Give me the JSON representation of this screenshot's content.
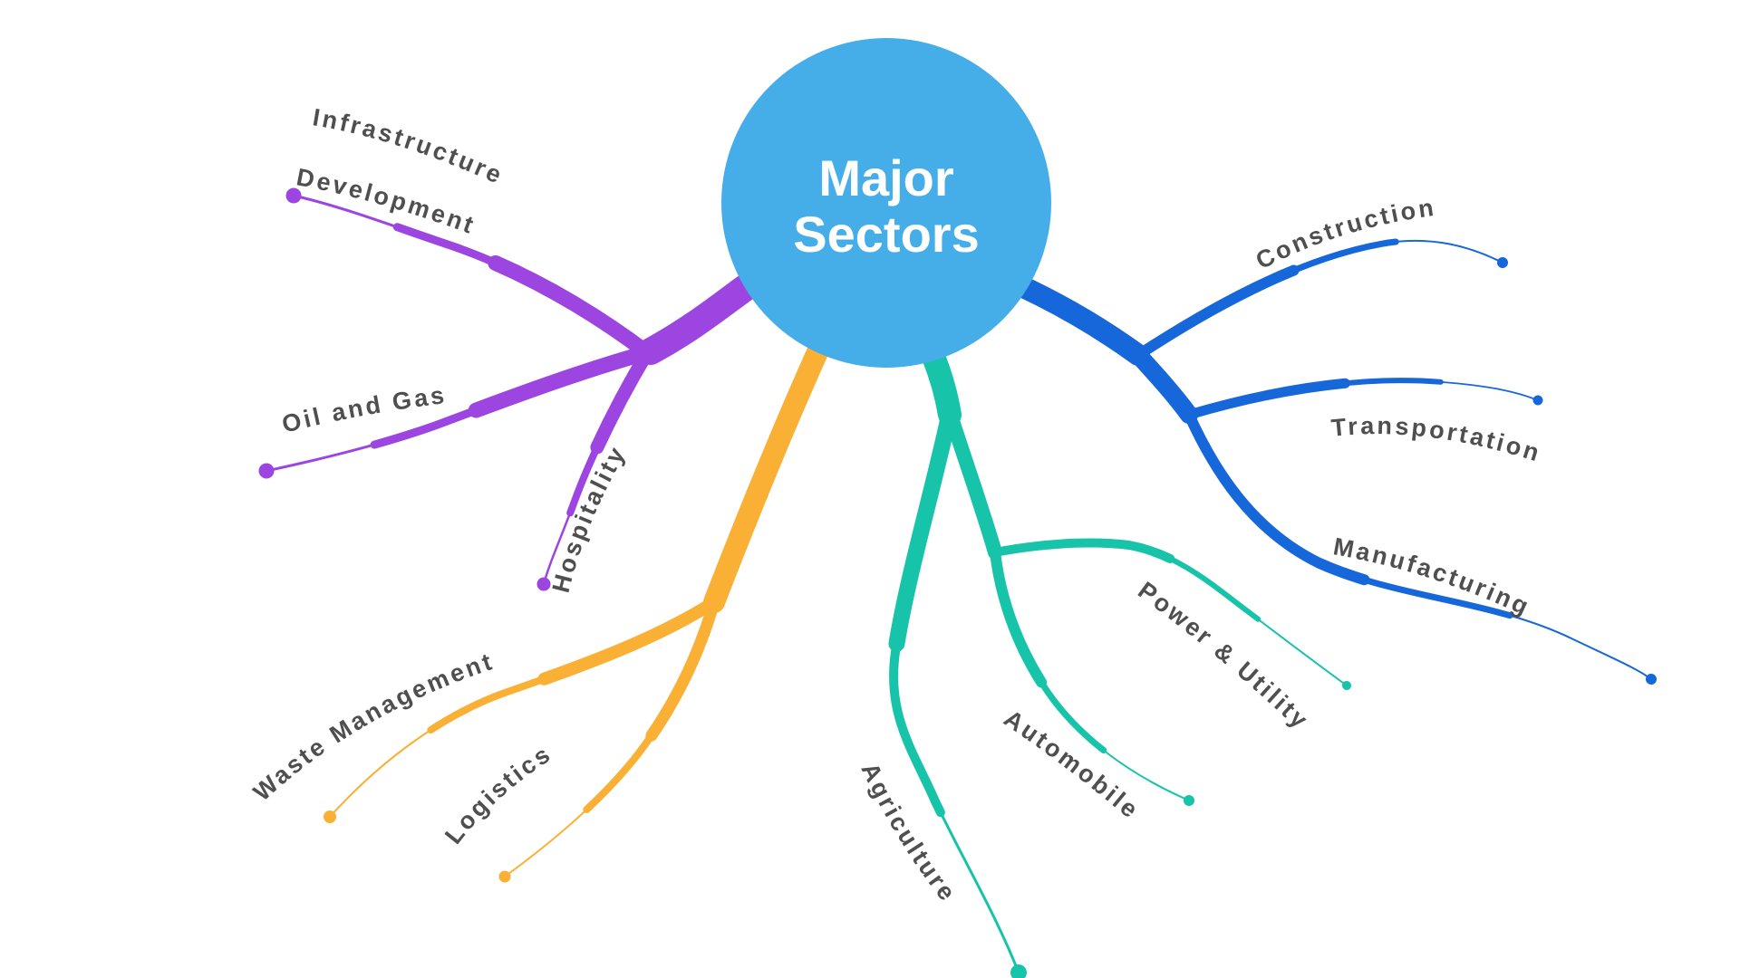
{
  "page": {
    "background": "#FFFFFF",
    "type": "mind-map"
  },
  "center_node": {
    "line1": "Major",
    "line2": "Sectors",
    "fill": "#45ADE8",
    "text_color": "#FFFFFF"
  },
  "colors": {
    "purple": "#9C45E0",
    "blue": "#1667DA",
    "teal": "#17C3A9",
    "yellow": "#F9B034",
    "label_text": "#4F4F4F"
  },
  "labels": {
    "infrastructure_line1": "Infrastructure",
    "infrastructure_line2": "Development",
    "oil_gas": "Oil and Gas",
    "hospitality": "Hospitality",
    "construction": "Construction",
    "transportation": "Transportation",
    "manufacturing": "Manufacturing",
    "power_utility": "Power & Utility",
    "automobile": "Automobile",
    "agriculture": "Agriculture",
    "waste_management": "Waste Management",
    "logistics": "Logistics"
  },
  "structure": {
    "center": "Major Sectors",
    "groups": [
      {
        "color": "#9C45E0",
        "items": [
          "Infrastructure Development",
          "Oil and Gas",
          "Hospitality"
        ]
      },
      {
        "color": "#1667DA",
        "items": [
          "Construction",
          "Transportation",
          "Manufacturing"
        ]
      },
      {
        "color": "#17C3A9",
        "items": [
          "Power & Utility",
          "Automobile",
          "Agriculture"
        ]
      },
      {
        "color": "#F9B034",
        "items": [
          "Waste Management",
          "Logistics"
        ]
      }
    ]
  }
}
